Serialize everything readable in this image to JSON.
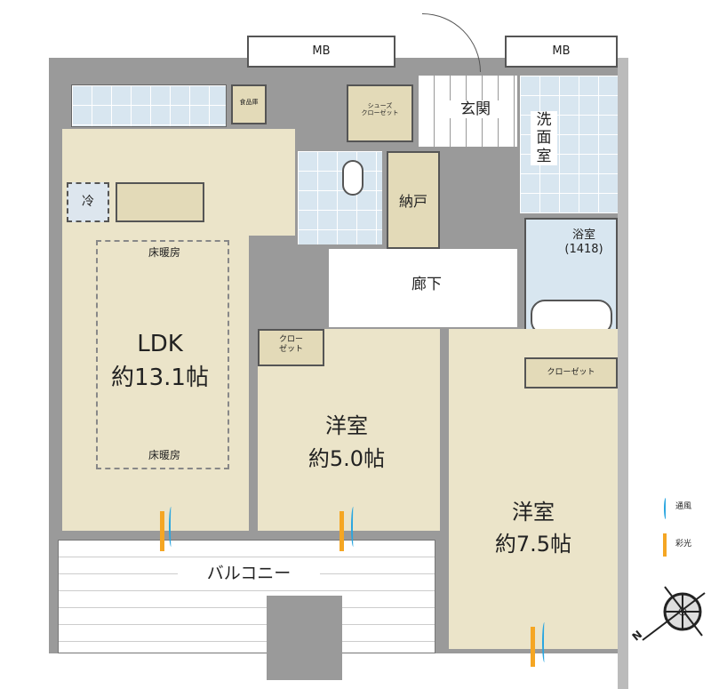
{
  "rooms": {
    "mb_left": "MB",
    "mb_right": "MB",
    "pantry": "食品庫",
    "shoe_closet": "シューズ\nクローゼット",
    "entrance": "玄関",
    "washroom": "洗\n面\n室",
    "storage": "納戸",
    "fridge": "冷",
    "bath": "浴室\n(1418)",
    "hallway": "廊下",
    "floor_heating_top": "床暖房",
    "floor_heating_bottom": "床暖房",
    "ldk_name": "LDK",
    "ldk_size": "約13.1帖",
    "closet_small": "クロー\nゼット",
    "closet_right": "クローゼット",
    "western1_name": "洋室",
    "western1_size": "約5.0帖",
    "western2_name": "洋室",
    "western2_size": "約7.5帖",
    "balcony": "バルコニー"
  },
  "legend": {
    "ventilation": "通風",
    "daylight": "彩光"
  },
  "compass": {
    "north": "N"
  },
  "colors": {
    "wall": "#9a9a9a",
    "room": "#ebe4c9",
    "wet": "#d8e6f0",
    "wind": "#2aa6e0",
    "light": "#f5a623"
  }
}
